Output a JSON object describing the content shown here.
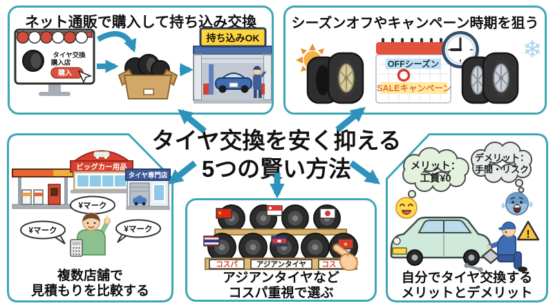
{
  "center_title": {
    "line1": "タイヤ交換を安く抑える",
    "line2": "5つの賢い方法"
  },
  "panel_online": {
    "title": "ネット通販で購入して持ち込み交換",
    "shop_name_line1": "タイヤ交換",
    "shop_name_line2": "購入店",
    "buy_button": "購入",
    "garage_sign": "持ち込みOK"
  },
  "panel_season": {
    "title": "シーズンオフやキャンペーン時期を狙う",
    "calendar_off": "OFFシーズン",
    "calendar_sale": "SALEキャンペーン"
  },
  "panel_compare": {
    "store_bigcar": "ビッグカー用品",
    "store_tire": "タイヤ専門店",
    "yen_bubble": "¥マーク",
    "caption_line1": "複数店舗で",
    "caption_line2": "見積もりを比較する"
  },
  "panel_asian": {
    "rack_label_left": "コスパ",
    "rack_label_center": "アジアンタイヤ",
    "rack_label_right": "コス",
    "caption_line1": "アジアンタイヤなど",
    "caption_line2": "コスパ重視で選ぶ"
  },
  "panel_diy": {
    "merit_line1": "メリット：",
    "merit_line2": "工賃¥0",
    "demerit_line1": "デメリット：",
    "demerit_line2": "手間・リスク",
    "warning_mark": "!",
    "caption_line1": "自分でタイヤ交換する",
    "caption_line2": "メリットとデメリット"
  },
  "icons": {
    "snowflake": "❄",
    "star": "★"
  },
  "colors": {
    "panel_border": "#3da6b4",
    "arrow": "#2f92bd",
    "accent_red": "#d9503c",
    "sign_yellow": "#ffd53e",
    "sign_blue": "#3d5a99",
    "calendar_highlight_blue": "#c2e1f2",
    "calendar_highlight_yellow": "#ffe9a0",
    "sale_text": "#e2702a",
    "merit_bubble_green": "#e4f2dd",
    "demerit_bubble_gray": "#e9ecec"
  }
}
